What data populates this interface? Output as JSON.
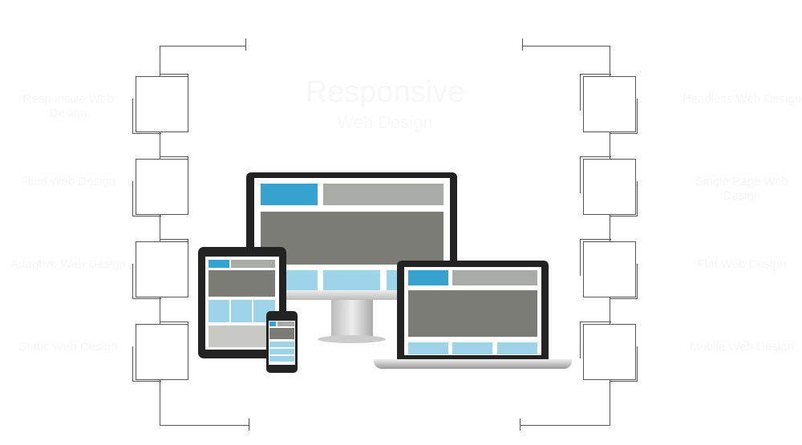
{
  "title": "Responsive",
  "subtitle": "Web Design",
  "left_labels": [
    "Responsive Web Design",
    "Fluid Web Design",
    "Adaptive Web Design",
    "Static Web Design"
  ],
  "right_labels": [
    "Headless Web Design",
    "Single Page Web Design",
    "Flat Web Design",
    "Mobile Web Design"
  ],
  "colors": {
    "accent": "#36a2cf",
    "frame": "#222222",
    "line": "#555555"
  }
}
